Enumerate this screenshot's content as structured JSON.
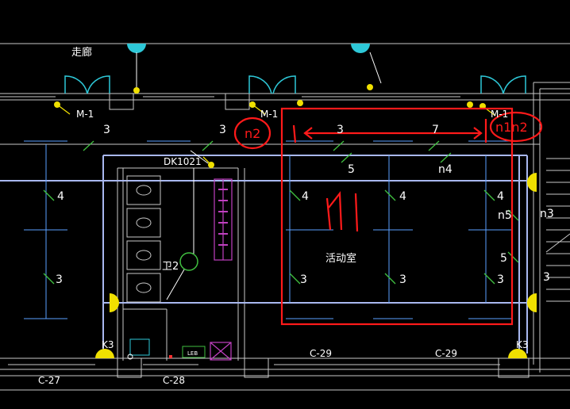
{
  "colors": {
    "background": "#000000",
    "wall": "#c8c8c8",
    "white_line": "#ffffff",
    "cyan": "#2ec8d8",
    "yellow": "#f0e000",
    "blue_pipe": "#a9b8f0",
    "green_tick": "#40c040",
    "red_mark": "#ff1a1a",
    "magenta": "#c040c0",
    "grid_blue": "#5aa0ff"
  },
  "labels": {
    "corridor": "走廊",
    "activity_room": "活动室",
    "wc": "卫2",
    "dk": "DK1021",
    "door_m1_left": "M-1",
    "door_m1_mid": "M-1",
    "door_m1_right": "M-1",
    "k3_left": "K3",
    "k3_right": "K3",
    "c27": "C-27",
    "c28": "C-28",
    "c29_left": "C-29",
    "c29_right": "C-29",
    "led": "LEB"
  },
  "wire_counts": {
    "top_row_1": "3",
    "top_row_2": "3",
    "top_row_3": "3",
    "top_row_4": "7",
    "mid_5": "5",
    "n4": "n4",
    "room_4a": "4",
    "room_4b": "4",
    "room_4c": "4",
    "room_4d": "4",
    "n5": "n5",
    "n3": "n3",
    "room_5": "5",
    "room_3a": "3",
    "room_3b": "3",
    "room_3c": "3",
    "room_3d": "3",
    "room_3e": "3"
  },
  "annotations": {
    "n2_circle": "n2",
    "n1n2_circle": "n1n2",
    "arrow_left": "1",
    "arrow_right": "1",
    "handwritten_n1": "n1"
  }
}
